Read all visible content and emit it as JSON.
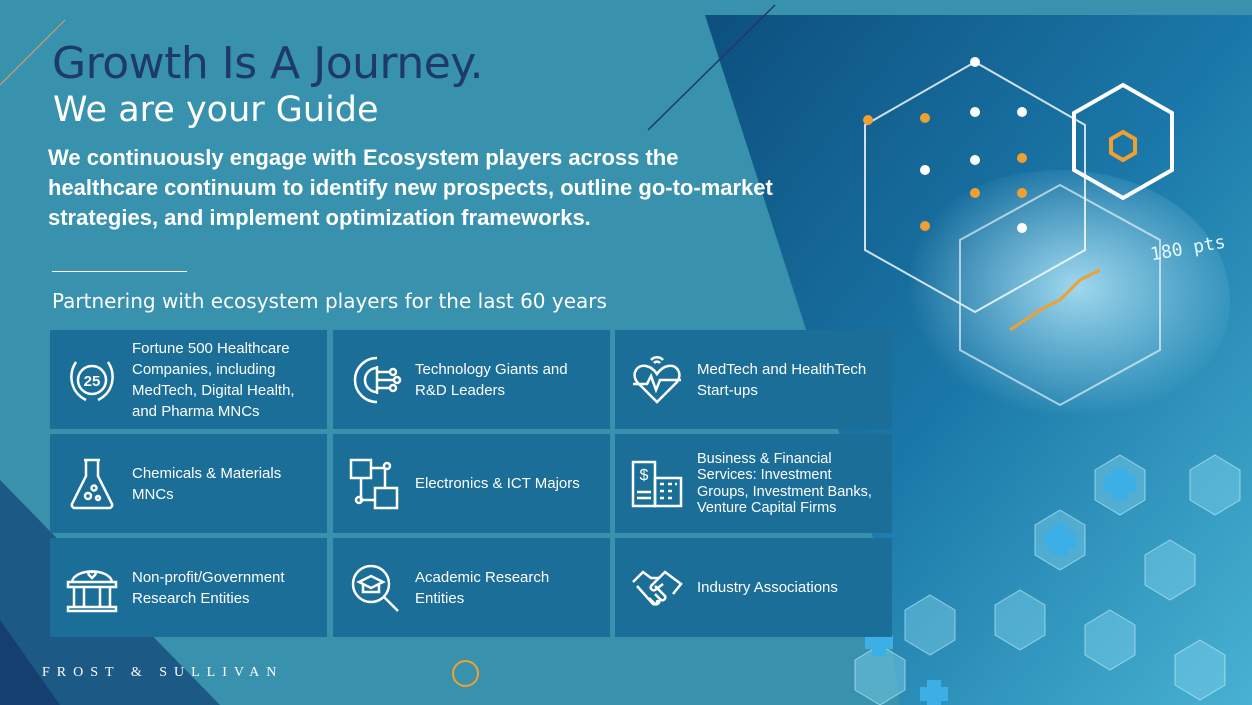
{
  "title": "Growth Is A Journey.",
  "subtitle": "We are your Guide",
  "lead": "We continuously engage with Ecosystem players across the healthcare continuum to  identify new prospects, outline go-to-market strategies, and implement optimization frameworks.",
  "partner_heading": "Partnering with ecosystem players for the last 60 years",
  "tiles": [
    {
      "label": "Fortune 500 Healthcare Companies, including MedTech, Digital Health, and Pharma MNCs",
      "icon": "laurel-25-icon",
      "badge": "25"
    },
    {
      "label": "Technology Giants and R&D Leaders",
      "icon": "gear-circuit-icon"
    },
    {
      "label": "MedTech and HealthTech Start-ups",
      "icon": "heart-pulse-icon"
    },
    {
      "label": "Chemicals & Materials MNCs",
      "icon": "flask-icon"
    },
    {
      "label": "Electronics & ICT Majors",
      "icon": "network-blocks-icon"
    },
    {
      "label": "Business & Financial Services: Investment Groups, Investment Banks, Venture Capital Firms",
      "icon": "finance-building-icon"
    },
    {
      "label": "Non-profit/Government Research Entities",
      "icon": "government-building-icon"
    },
    {
      "label": "Academic Research Entities",
      "icon": "graduation-search-icon"
    },
    {
      "label": "Industry Associations",
      "icon": "handshake-icon"
    }
  ],
  "hero_label": "180 pts",
  "brand": "FROST & SULLIVAN",
  "colors": {
    "background": "#3892ad",
    "tile": "#1b6e98",
    "title": "#1d3b66",
    "accent": "#f0a030"
  }
}
